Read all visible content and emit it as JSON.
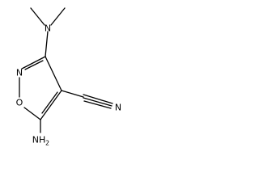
{
  "molecule": {
    "atoms": {
      "amine_n": {
        "symbol": "N"
      },
      "ring_o": {
        "symbol": "O"
      },
      "ring_n": {
        "symbol": "N"
      },
      "nitrile_n": {
        "symbol": "N"
      },
      "amino": {
        "symbol": "NH",
        "subscript": "2"
      }
    }
  },
  "colors": {
    "bond": "#000000",
    "background": "#ffffff"
  }
}
